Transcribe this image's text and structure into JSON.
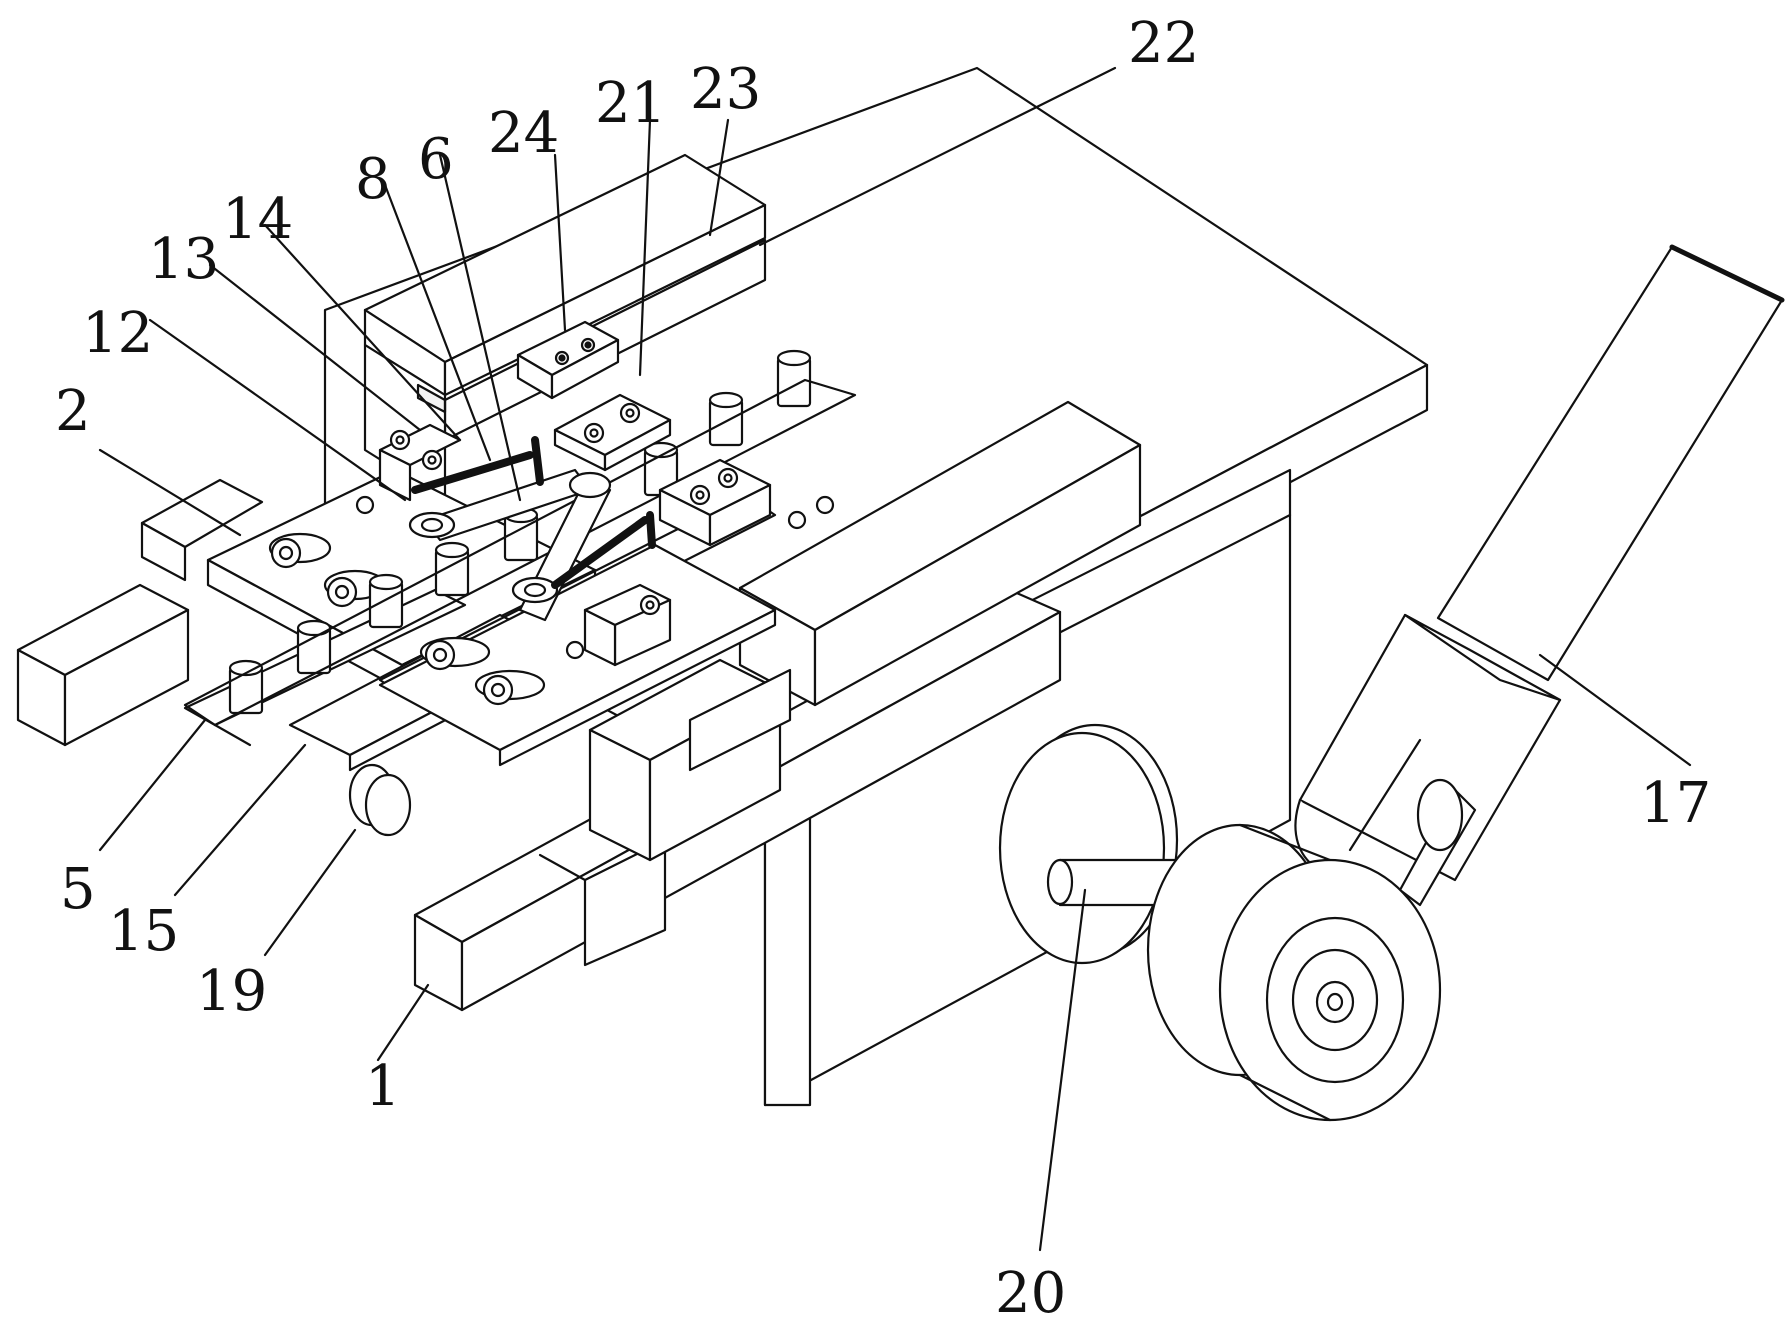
{
  "drawing": {
    "stroke_color": "#111111",
    "fill_color": "#ffffff",
    "background": "#ffffff"
  },
  "callouts": {
    "c1": "1",
    "c2": "2",
    "c5": "5",
    "c6": "6",
    "c8": "8",
    "c12": "12",
    "c13": "13",
    "c14": "14",
    "c15": "15",
    "c17": "17",
    "c19": "19",
    "c20": "20",
    "c21": "21",
    "c22": "22",
    "c23": "23",
    "c24": "24"
  }
}
